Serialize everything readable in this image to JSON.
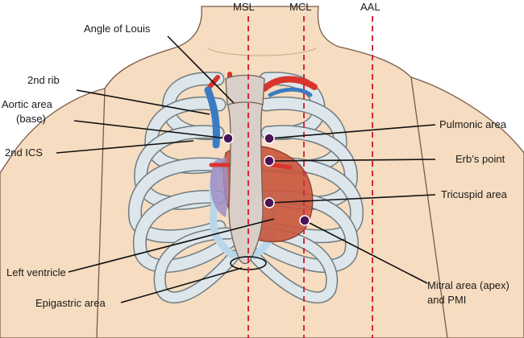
{
  "reference_lines": {
    "msl": "MSL",
    "mcl": "MCL",
    "aal": "AAL"
  },
  "labels": {
    "angle_of_louis": "Angle of Louis",
    "second_rib": "2nd rib",
    "aortic_area_line1": "Aortic area",
    "aortic_area_line2": "(base)",
    "second_ics": "2nd ICS",
    "pulmonic_area": "Pulmonic area",
    "erbs_point": "Erb’s point",
    "tricuspid_area": "Tricuspid area",
    "left_ventricle": "Left ventricle",
    "epigastric_area": "Epigastric area",
    "mitral_area_line1": "Mitral area (apex)",
    "mitral_area_line2": "and PMI"
  },
  "colors": {
    "skin": "#f6dcc0",
    "skin_outline": "#7a5a48",
    "rib": "#dde6ea",
    "rib_outline": "#6f7c82",
    "cartilage": "#b9d7ea",
    "heart": "#c9573d",
    "artery": "#d9342b",
    "vein": "#3a7cc2",
    "marker": "#4b1456",
    "reference_line": "#d42a3a"
  }
}
